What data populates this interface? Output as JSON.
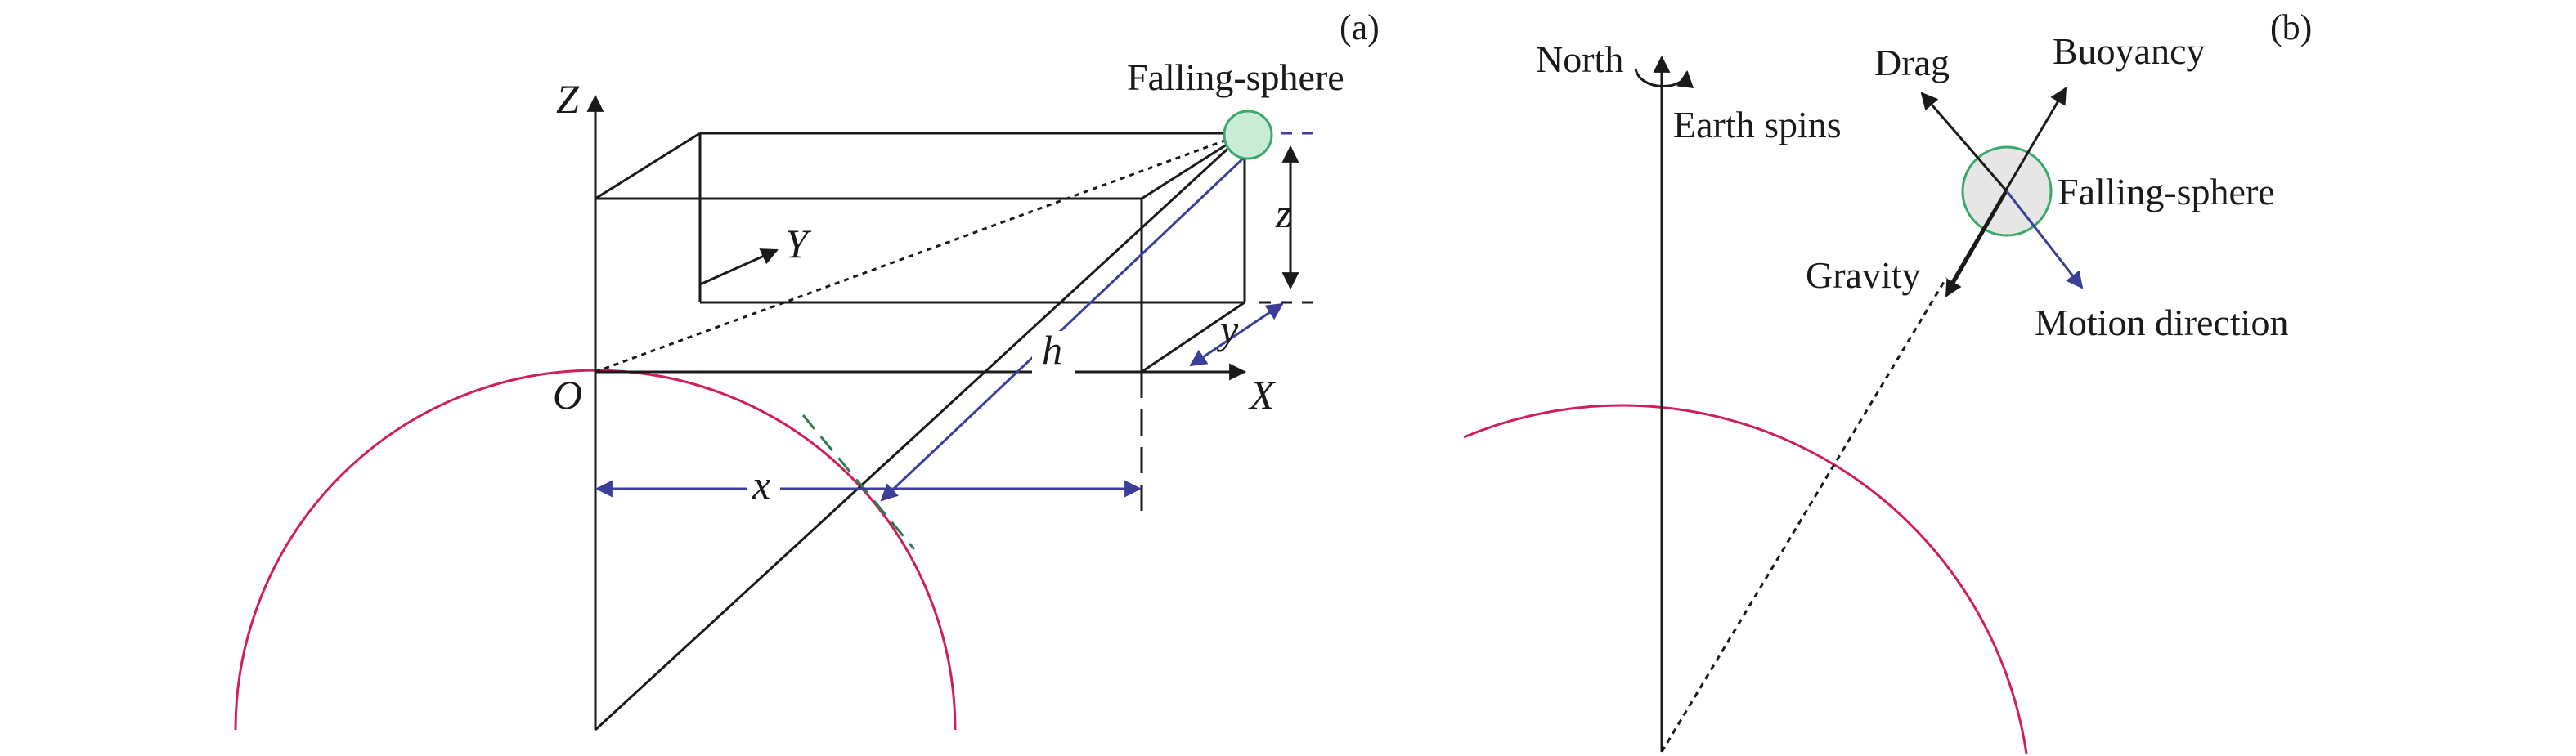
{
  "panels": {
    "a": {
      "panel_label": "(a)",
      "axis_z": "Z",
      "axis_y": "Y",
      "axis_x": "X",
      "origin": "O",
      "var_h": "h",
      "var_x": "x",
      "var_y": "y",
      "var_z": "z",
      "sphere_label": "Falling-sphere"
    },
    "b": {
      "panel_label": "(b)",
      "north": "North",
      "earth_spins": "Earth spins",
      "drag": "Drag",
      "buoyancy": "Buoyancy",
      "sphere_label": "Falling-sphere",
      "gravity": "Gravity",
      "motion_direction": "Motion direction"
    }
  },
  "colors": {
    "line": "#1a1a1a",
    "earth_arc": "#d11e5a",
    "dimension": "#3b3f9a",
    "tangent": "#2e7d4f",
    "sphere_fill": "#c8ecd6",
    "sphere_stroke": "#3aa86b",
    "sphere_fill_b": "#e6e6e6"
  }
}
